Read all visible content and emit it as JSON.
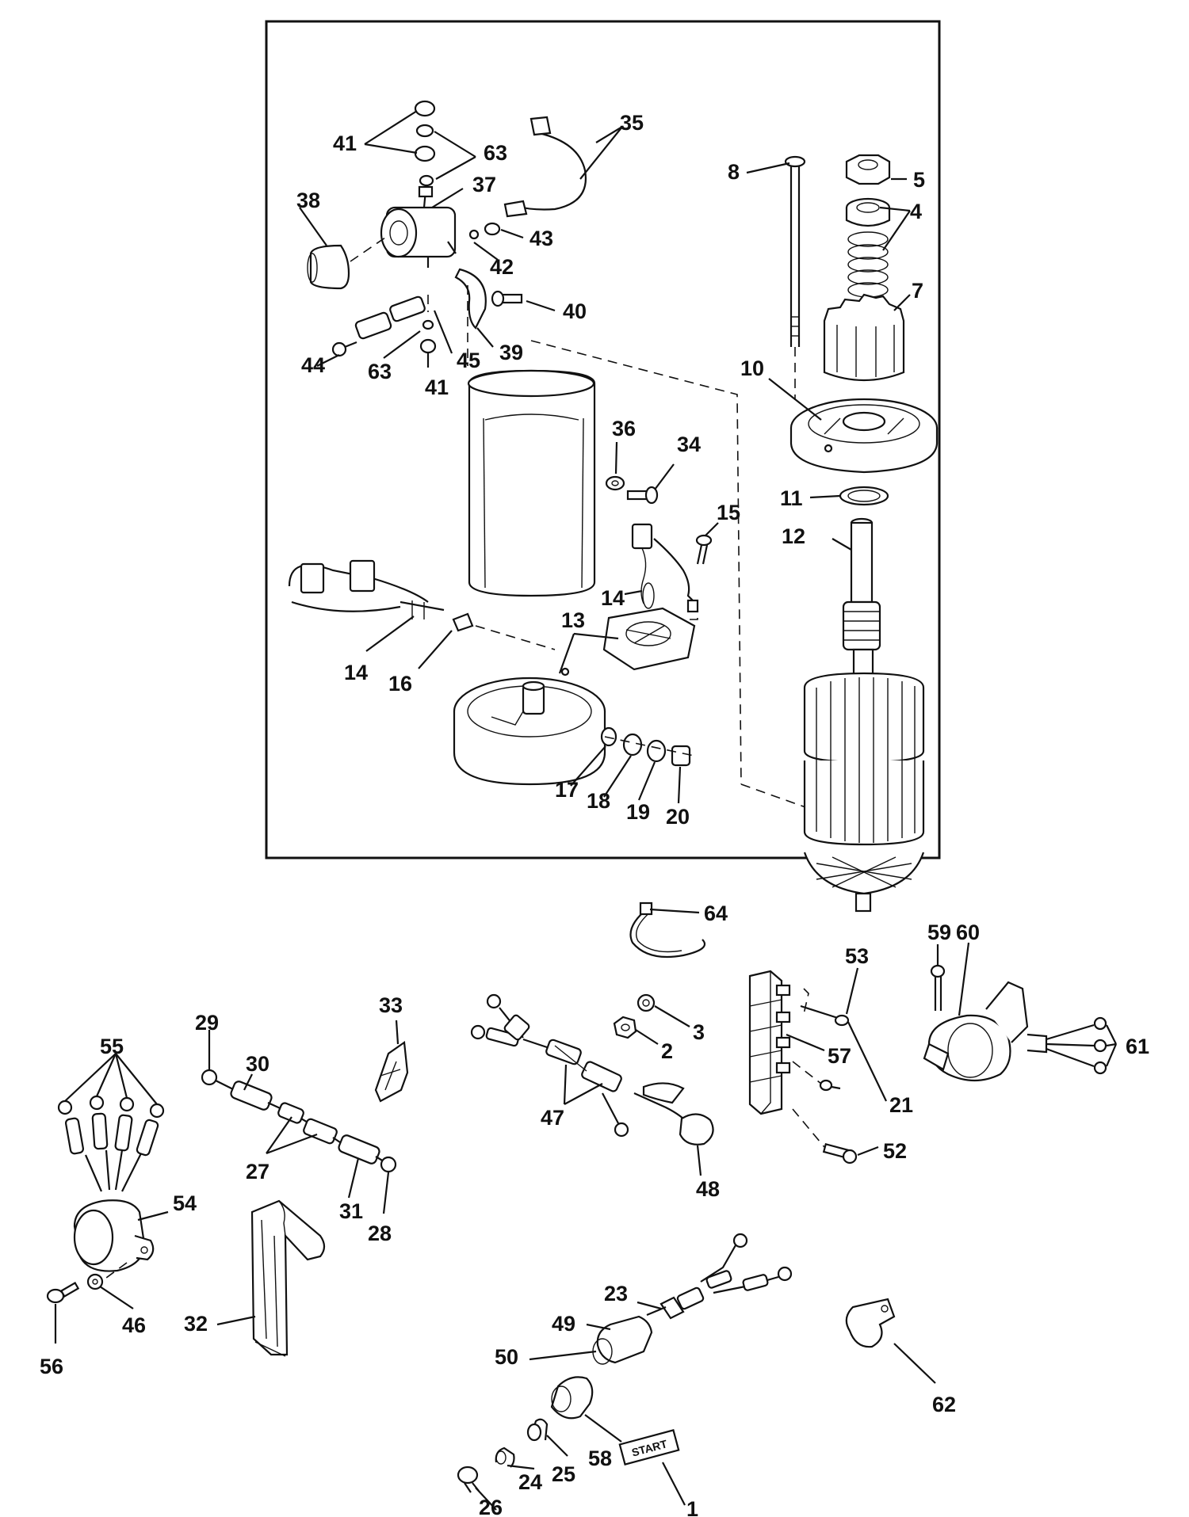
{
  "button_label": "START",
  "callouts": [
    {
      "id": "c41a",
      "text": "41"
    },
    {
      "id": "c63a",
      "text": "63"
    },
    {
      "id": "c35",
      "text": "35"
    },
    {
      "id": "c37",
      "text": "37"
    },
    {
      "id": "c38",
      "text": "38"
    },
    {
      "id": "c43",
      "text": "43"
    },
    {
      "id": "c42",
      "text": "42"
    },
    {
      "id": "c40",
      "text": "40"
    },
    {
      "id": "c39",
      "text": "39"
    },
    {
      "id": "c44",
      "text": "44"
    },
    {
      "id": "c63b",
      "text": "63"
    },
    {
      "id": "c45",
      "text": "45"
    },
    {
      "id": "c41b",
      "text": "41"
    },
    {
      "id": "c8",
      "text": "8"
    },
    {
      "id": "c5",
      "text": "5"
    },
    {
      "id": "c4",
      "text": "4"
    },
    {
      "id": "c7",
      "text": "7"
    },
    {
      "id": "c10",
      "text": "10"
    },
    {
      "id": "c11",
      "text": "11"
    },
    {
      "id": "c12",
      "text": "12"
    },
    {
      "id": "c36",
      "text": "36"
    },
    {
      "id": "c34",
      "text": "34"
    },
    {
      "id": "c15",
      "text": "15"
    },
    {
      "id": "c14a",
      "text": "14"
    },
    {
      "id": "c13",
      "text": "13"
    },
    {
      "id": "c14b",
      "text": "14"
    },
    {
      "id": "c16",
      "text": "16"
    },
    {
      "id": "c17",
      "text": "17"
    },
    {
      "id": "c18",
      "text": "18"
    },
    {
      "id": "c19",
      "text": "19"
    },
    {
      "id": "c20",
      "text": "20"
    },
    {
      "id": "c64",
      "text": "64"
    },
    {
      "id": "c53",
      "text": "53"
    },
    {
      "id": "c59",
      "text": "59"
    },
    {
      "id": "c60",
      "text": "60"
    },
    {
      "id": "c3",
      "text": "3"
    },
    {
      "id": "c2",
      "text": "2"
    },
    {
      "id": "c57",
      "text": "57"
    },
    {
      "id": "c61",
      "text": "61"
    },
    {
      "id": "c21",
      "text": "21"
    },
    {
      "id": "c52",
      "text": "52"
    },
    {
      "id": "c47",
      "text": "47"
    },
    {
      "id": "c48",
      "text": "48"
    },
    {
      "id": "c33",
      "text": "33"
    },
    {
      "id": "c29",
      "text": "29"
    },
    {
      "id": "c30",
      "text": "30"
    },
    {
      "id": "c27",
      "text": "27"
    },
    {
      "id": "c31",
      "text": "31"
    },
    {
      "id": "c28",
      "text": "28"
    },
    {
      "id": "c55",
      "text": "55"
    },
    {
      "id": "c54",
      "text": "54"
    },
    {
      "id": "c46",
      "text": "46"
    },
    {
      "id": "c56",
      "text": "56"
    },
    {
      "id": "c32",
      "text": "32"
    },
    {
      "id": "c23",
      "text": "23"
    },
    {
      "id": "c49",
      "text": "49"
    },
    {
      "id": "c50",
      "text": "50"
    },
    {
      "id": "c58",
      "text": "58"
    },
    {
      "id": "c25",
      "text": "25"
    },
    {
      "id": "c24",
      "text": "24"
    },
    {
      "id": "c26",
      "text": "26"
    },
    {
      "id": "c1",
      "text": "1"
    },
    {
      "id": "c62",
      "text": "62"
    }
  ]
}
